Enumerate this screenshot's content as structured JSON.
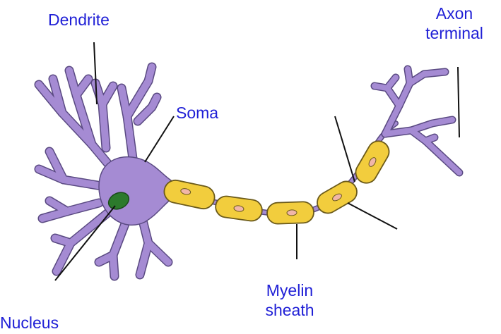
{
  "labels": {
    "dendrite": "Dendrite",
    "axon_terminal_line1": "Axon",
    "axon_terminal_line2": "terminal",
    "soma": "Soma",
    "myelin_line1": "Myelin",
    "myelin_line2": "sheath",
    "nucleus": "Nucleus"
  },
  "colors": {
    "label_text": "#1f1fd6",
    "neuron_fill": "#a58bd3",
    "neuron_outline": "#5a4a82",
    "myelin_fill": "#f2cd3d",
    "myelin_outline": "#6b5a1a",
    "node_fill": "#f1b6a8",
    "nucleus_fill": "#2c7a2c",
    "pointer_line": "#111111"
  }
}
